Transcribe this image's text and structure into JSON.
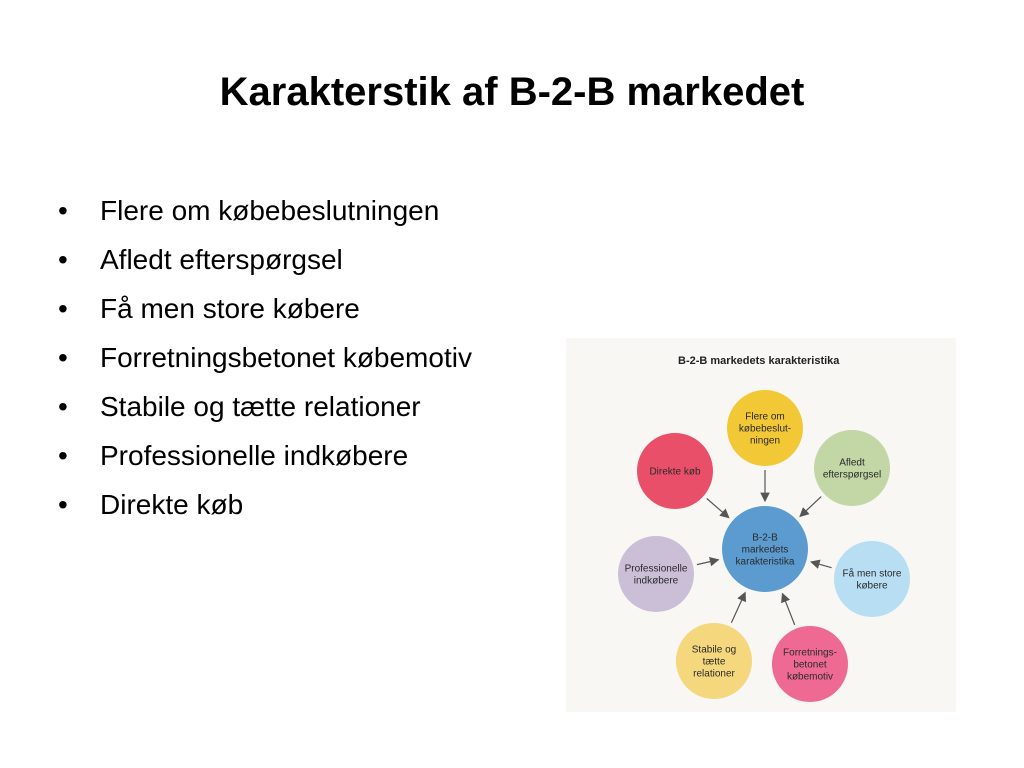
{
  "slide": {
    "title": "Karakterstik af B-2-B markedet",
    "bullets": [
      "Flere om købebeslutningen",
      "Afledt efterspørgsel",
      "Få men store købere",
      "Forretningsbetonet købemotiv",
      "Stabile og tætte relationer",
      "Professionelle indkøbere",
      "Direkte køb"
    ],
    "bullet_char": "•"
  },
  "diagram": {
    "title": "B-2-B markedets karakteristika",
    "center": {
      "lines": [
        "B-2-B",
        "markedets",
        "karakteristika"
      ],
      "color": "#5b9bd0"
    },
    "nodes": [
      {
        "id": "flere",
        "lines": [
          "Flere om",
          "købebeslut-",
          "ningen"
        ],
        "color": "#f3c836"
      },
      {
        "id": "afledt",
        "lines": [
          "Afledt",
          "efterspørgsel"
        ],
        "color": "#c2d6a6"
      },
      {
        "id": "faa",
        "lines": [
          "Få men store",
          "købere"
        ],
        "color": "#b7def3"
      },
      {
        "id": "forretning",
        "lines": [
          "Forretnings-",
          "betonet",
          "købemotiv"
        ],
        "color": "#ee6a93"
      },
      {
        "id": "stabile",
        "lines": [
          "Stabile og",
          "tætte",
          "relationer"
        ],
        "color": "#f5d77e"
      },
      {
        "id": "professionelle",
        "lines": [
          "Professionelle",
          "indkøbere"
        ],
        "color": "#cbbfd7"
      },
      {
        "id": "direkte",
        "lines": [
          "Direkte køb"
        ],
        "color": "#ea4f6a"
      }
    ]
  }
}
